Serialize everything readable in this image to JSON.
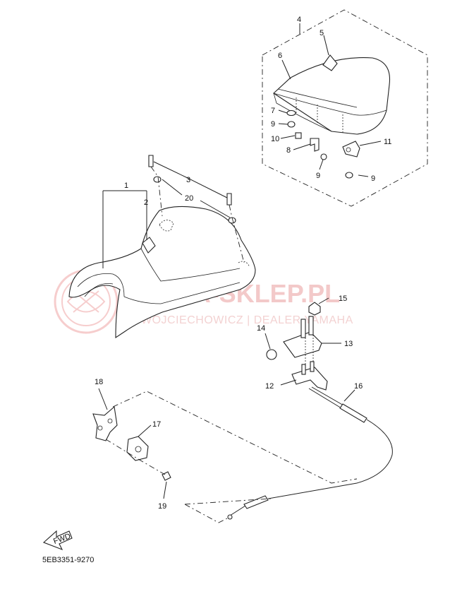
{
  "watermark": {
    "brand": "YAMA-SKLEP.PL",
    "dealer": "WOJCIECHOWICZ | DEALER YAMAHA"
  },
  "diagram_code": "5EB3351-9270",
  "fwd_label": "FWD",
  "callouts": {
    "n1": "1",
    "n2": "2",
    "n3": "3",
    "n4": "4",
    "n5": "5",
    "n6": "6",
    "n7": "7",
    "n8": "8",
    "n9a": "9",
    "n9b": "9",
    "n9c": "9",
    "n10": "10",
    "n11": "11",
    "n12": "12",
    "n13": "13",
    "n14": "14",
    "n15": "15",
    "n16": "16",
    "n17": "17",
    "n18": "18",
    "n19": "19",
    "n20": "20"
  },
  "colors": {
    "line": "#222222",
    "watermark": "#f3c9c9"
  }
}
